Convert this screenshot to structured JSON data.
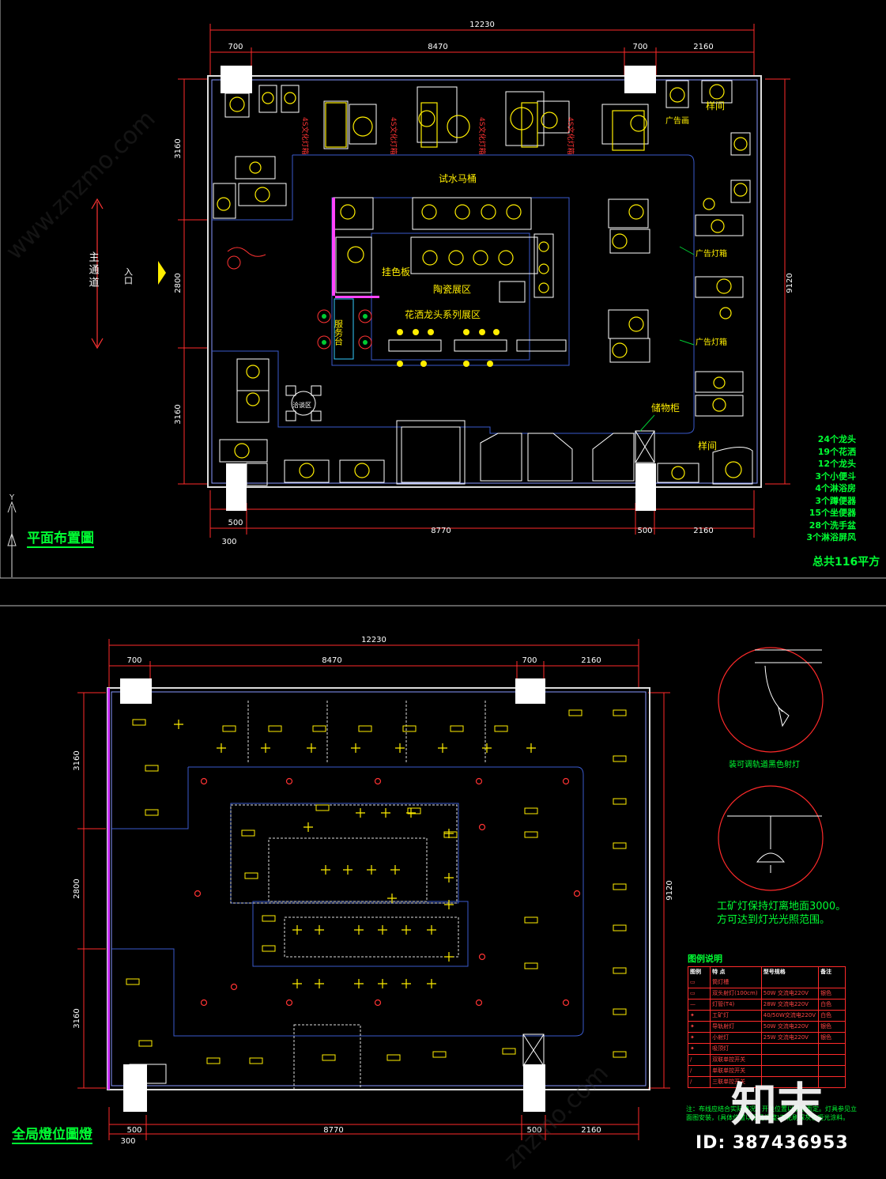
{
  "top_plan": {
    "title": "平面布置圖",
    "dims_top": {
      "overall": "12230",
      "d1": "700",
      "d2": "8470",
      "d3": "700",
      "d4": "2160"
    },
    "dims_bottom": {
      "d1": "500",
      "d2": "8770",
      "d3": "500",
      "d4": "2160",
      "d5": "300"
    },
    "dims_left": {
      "d1": "3160",
      "d2": "2800",
      "d3": "3160"
    },
    "dims_right": {
      "overall": "9120"
    },
    "labels": {
      "main_aisle": "主通道",
      "entrance": "入口",
      "trial_toilet": "试水马桶",
      "color_board": "挂色板",
      "ceramic_zone": "陶瓷展区",
      "faucet_zone": "花洒龙头系列展区",
      "service_desk": "服务台",
      "negotiation": "洽谈区",
      "storage": "储物柜",
      "sample_room_top": "样间",
      "sample_room_bottom": "样间",
      "ad_panel": "广告画",
      "ad_lightbox_1": "广告灯箱",
      "ad_lightbox_2": "广告灯箱",
      "lightbox_vertical": "4S文化灯箱"
    },
    "stats": [
      "24个龙头",
      "19个花洒",
      "12个龙头",
      "3个小便斗",
      "4个淋浴房",
      "3个蹲便器",
      "15个坐便器",
      "28个洗手盆",
      "3个淋浴屏风"
    ],
    "total": "总共116平方"
  },
  "bottom_plan": {
    "title": "全局燈位圖燈",
    "dims_top": {
      "overall": "12230",
      "d1": "700",
      "d2": "8470",
      "d3": "700",
      "d4": "2160"
    },
    "dims_bottom": {
      "d1": "500",
      "d2": "8770",
      "d3": "500",
      "d4": "2160",
      "d5": "300"
    },
    "dims_left": {
      "d1": "3160",
      "d2": "2800",
      "d3": "3160"
    },
    "dims_right": {
      "overall": "9120"
    },
    "rail_label": "装可调轨道黑色射灯",
    "lamp_note": "工矿灯保持灯离地面3000。方可达到灯光光照范围。",
    "legend_title": "图例说明",
    "legend_header": [
      "图例",
      "特 点",
      "型号规格",
      "备注"
    ],
    "legend_rows": [
      [
        "▭",
        "筒灯槽",
        "",
        ""
      ],
      [
        "▭",
        "双头射灯(100cm)",
        "50W 交流电220V",
        "银色"
      ],
      [
        "—",
        "灯管(T4)",
        "28W 交流电220V",
        "白色"
      ],
      [
        "✦",
        "工矿灯",
        "40/50W交流电220V",
        "白色"
      ],
      [
        "✦",
        "导轨射灯",
        "50W 交流电220V",
        "银色"
      ],
      [
        "✦",
        "小射灯",
        "25W 交流电220V",
        "银色"
      ],
      [
        "✦",
        "吸顶灯",
        "",
        ""
      ],
      [
        "∕",
        "双联单控开关",
        "",
        ""
      ],
      [
        "∕",
        "单联单控开关",
        "",
        ""
      ],
      [
        "∕",
        "三联单控开关",
        "",
        ""
      ]
    ],
    "notes": "注：布线应结合实际情况，开关位置以现场而定。灯具参见立面图安装，(具体位置以现场调整)天花刷深灰色哑光涂料。"
  },
  "watermark": {
    "logo": "知末",
    "id": "ID: 387436953"
  }
}
